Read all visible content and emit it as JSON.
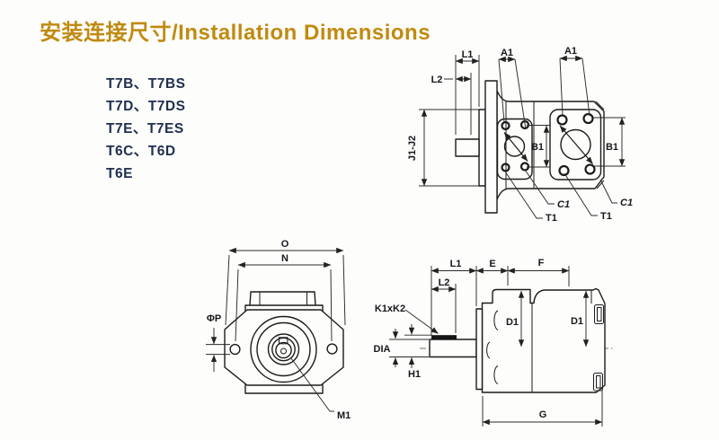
{
  "title": "安装连接尺寸/Installation Dimensions",
  "models": [
    "T7B、T7BS",
    "T7D、T7DS",
    "T7E、T7ES",
    "T6C、T6D",
    "T6E"
  ],
  "colors": {
    "title_accent": "#c08a10",
    "model_text": "#20304f",
    "drawing_line": "#1b1b1b",
    "background": "#fdfdfb"
  },
  "side_view": {
    "l1": "L1",
    "l2": "L2",
    "a1": "A1",
    "j1_j2": "J1-J2",
    "b1": "B1",
    "c1": "C1",
    "t1": "T1"
  },
  "front_view": {
    "o": "O",
    "n": "N",
    "phi_p": "ΦP",
    "m1": "M1"
  },
  "profile_view": {
    "l1": "L1",
    "l2": "L2",
    "e": "E",
    "f": "F",
    "g": "G",
    "d1": "D1",
    "k1xk2": "K1xK2",
    "dia": "DIA",
    "h1": "H1"
  }
}
